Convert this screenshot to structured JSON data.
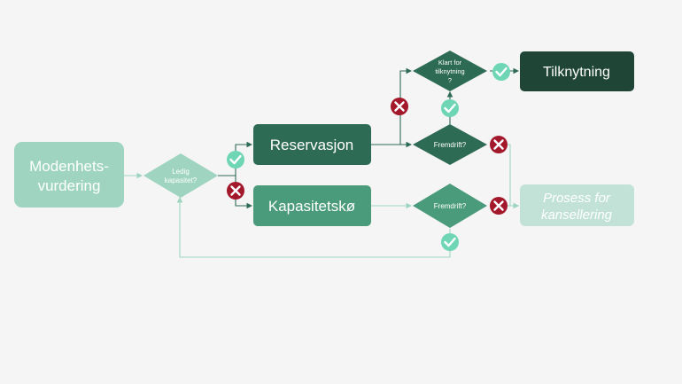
{
  "nodes": {
    "modenhet": {
      "line1": "Modenhets-",
      "line2": "vurdering"
    },
    "ledig": {
      "line1": "Ledig",
      "line2": "kapasitet?"
    },
    "reservasjon": {
      "label": "Reservasjon"
    },
    "kapasitetsko": {
      "label": "Kapasitetskø"
    },
    "klart": {
      "line1": "Klart for",
      "line2": "tilknytning",
      "line3": "?"
    },
    "tilknytning": {
      "label": "Tilknytning"
    },
    "fremdrift_top": {
      "label": "Fremdrift?"
    },
    "fremdrift_bottom": {
      "label": "Fremdrift?"
    },
    "kansellering": {
      "line1": "Prosess for",
      "line2": "kansellering"
    }
  },
  "colors": {
    "light_teal": "#9fd5c0",
    "mid_green": "#4a9a7c",
    "dark_green": "#2e6b55",
    "darkest_green": "#1e4536",
    "pale": "#c3e2d7",
    "check": "#6fd6b5",
    "cross": "#a3182b",
    "line": "#9fd5c0",
    "line_dark": "#2e6b55"
  },
  "icons": [
    "check-icon",
    "cross-icon"
  ]
}
